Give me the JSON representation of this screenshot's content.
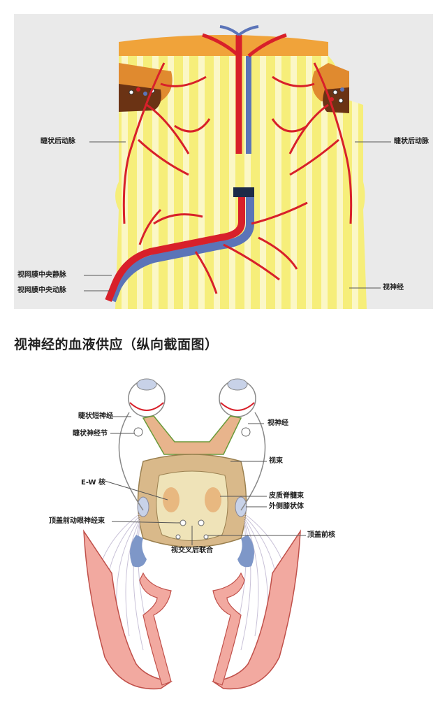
{
  "figure1": {
    "labels": {
      "ciliary_left": "睫状后动脉",
      "ciliary_right": "睫状后动脉",
      "central_vein": "视网膜中央静脉",
      "central_artery": "视网膜中央动脉",
      "optic_nerve": "视神经"
    }
  },
  "caption": "视神经的血液供应（纵向截面图）",
  "figure2": {
    "labels": {
      "short_ciliary": "睫状短神经",
      "ciliary_ganglion": "睫状神经节",
      "ew_nucleus": "E-W 核",
      "pretectal_tract": "顶盖前动眼神经束",
      "posterior_commissure": "视交叉后联合",
      "optic_nerve": "视神经",
      "optic_tract": "视束",
      "corticospinal": "皮质脊髓束",
      "lgb": "外侧膝状体",
      "pretectal_nucleus": "顶盖前核"
    }
  },
  "colors": {
    "artery": "#d8202a",
    "vein": "#5b74b8",
    "nerve_yellow": "#f6ee7a",
    "panel_bg": "#eaeaea",
    "cortex_pink": "#f2a9a0"
  }
}
